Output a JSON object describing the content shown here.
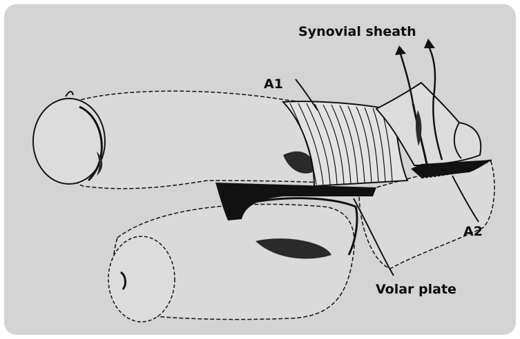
{
  "labels": {
    "synovial_sheath": "Synovial sheath",
    "a1": "A1",
    "a2": "A2",
    "volar_plate": "Volar plate"
  },
  "colors": {
    "panel": "#d4d4d4",
    "bone_fill": "#dadada",
    "ink": "#111111",
    "shade": "#2a2a2a"
  }
}
